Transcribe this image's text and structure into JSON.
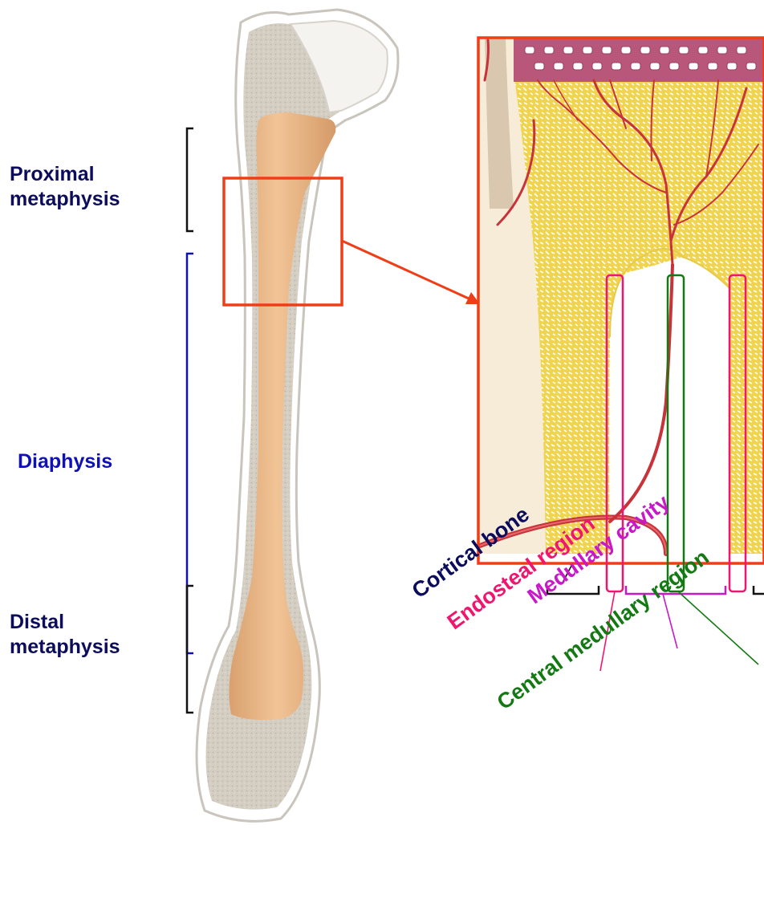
{
  "labels": {
    "proximal_metaphysis": "Proximal metaphysis",
    "diaphysis": "Diaphysis",
    "distal_metaphysis": "Distal metaphysis"
  },
  "zone_labels": {
    "cortical_bone": "Cortical bone",
    "endosteal_region": "Endosteal region",
    "medullary_cavity": "Medullary cavity",
    "central_medullary_region": "Central medullary region"
  },
  "colors": {
    "navy": "#0c0c5c",
    "blue": "#1010b8",
    "pink": "#f0156e",
    "magenta": "#c818c8",
    "green": "#137a13",
    "highlight": "#ef3d17"
  }
}
